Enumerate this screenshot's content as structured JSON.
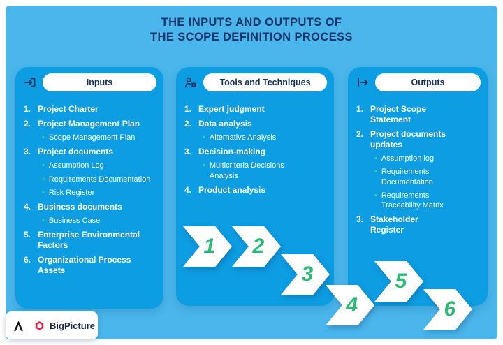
{
  "title": {
    "line1": "THE INPUTS AND OUTPUTS OF",
    "line2": "THE SCOPE DEFINITION PROCESS"
  },
  "columns": [
    {
      "header": "Inputs",
      "icon": "input-arrow-icon",
      "items": [
        {
          "num": "1.",
          "label": "Project Charter",
          "subs": []
        },
        {
          "num": "2.",
          "label": "Project Management Plan",
          "subs": [
            "Scope Management Plan"
          ]
        },
        {
          "num": "3.",
          "label": "Project documents",
          "subs": [
            "Assumption Log",
            "Requirements Documentation",
            "Risk Register"
          ]
        },
        {
          "num": "4.",
          "label": "Business documents",
          "subs": [
            "Business Case"
          ]
        },
        {
          "num": "5.",
          "label": "Enterprise Environmental Factors",
          "subs": []
        },
        {
          "num": "6.",
          "label": "Organizational Process Assets",
          "subs": []
        }
      ]
    },
    {
      "header": "Tools and Techniques",
      "icon": "person-gear-icon",
      "items": [
        {
          "num": "1.",
          "label": "Expert judgment",
          "subs": []
        },
        {
          "num": "2.",
          "label": "Data analysis",
          "subs": [
            "Alternative Analysis"
          ]
        },
        {
          "num": "3.",
          "label": "Decision-making",
          "subs": [
            "Multicriteria Decisions Analysis"
          ]
        },
        {
          "num": "4.",
          "label": "Product analysis",
          "subs": []
        }
      ]
    },
    {
      "header": "Outputs",
      "icon": "output-arrow-icon",
      "items": [
        {
          "num": "1.",
          "label": "Project Scope Statement",
          "subs": []
        },
        {
          "num": "2.",
          "label": "Project documents updates",
          "subs": [
            "Assumption log",
            "Requirements Documentation",
            "Requirements Traceability Matrix"
          ]
        },
        {
          "num": "3.",
          "label": "Stakeholder Register",
          "subs": []
        }
      ]
    }
  ],
  "process_steps": [
    "1",
    "2",
    "3",
    "4",
    "5",
    "6"
  ],
  "footer": {
    "brand": "BigPicture"
  },
  "colors": {
    "background": "#4AB6EB",
    "panel": "#0D9DE2",
    "title_text": "#16356B",
    "accent_green": "#2EB875",
    "bullet_green": "#3BD08C",
    "list_text": "#FFFFFF",
    "brand_red": "#E5254D"
  }
}
